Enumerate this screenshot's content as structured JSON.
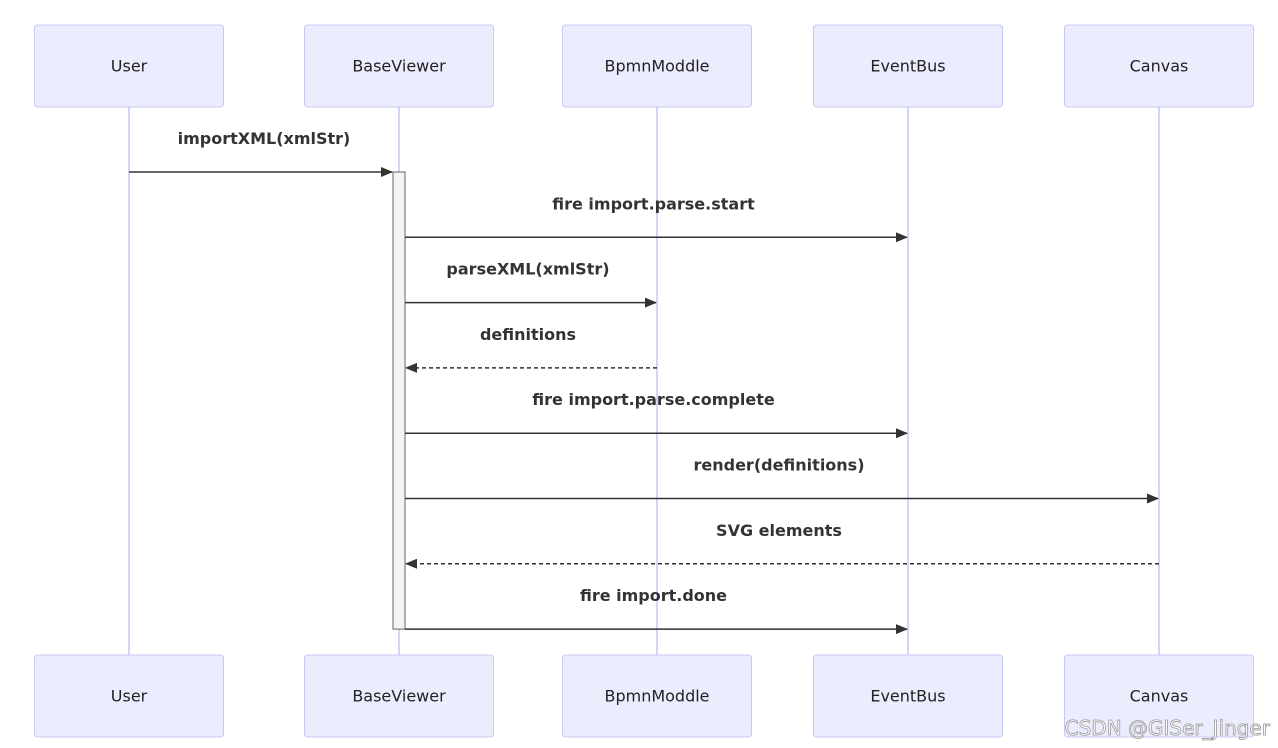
{
  "participants": [
    {
      "id": "user",
      "label": "User"
    },
    {
      "id": "baseviewer",
      "label": "BaseViewer"
    },
    {
      "id": "bpmnmoddle",
      "label": "BpmnModdle"
    },
    {
      "id": "eventbus",
      "label": "EventBus"
    },
    {
      "id": "canvas",
      "label": "Canvas"
    }
  ],
  "messages": [
    {
      "from": "user",
      "to": "baseviewer",
      "label": "importXML(xmlStr)",
      "style": "solid"
    },
    {
      "from": "baseviewer",
      "to": "eventbus",
      "label": "fire import.parse.start",
      "style": "solid"
    },
    {
      "from": "baseviewer",
      "to": "bpmnmoddle",
      "label": "parseXML(xmlStr)",
      "style": "solid"
    },
    {
      "from": "bpmnmoddle",
      "to": "baseviewer",
      "label": "definitions",
      "style": "dashed"
    },
    {
      "from": "baseviewer",
      "to": "eventbus",
      "label": "fire import.parse.complete",
      "style": "solid"
    },
    {
      "from": "baseviewer",
      "to": "canvas",
      "label": "render(definitions)",
      "style": "solid"
    },
    {
      "from": "canvas",
      "to": "baseviewer",
      "label": "SVG elements",
      "style": "dashed"
    },
    {
      "from": "baseviewer",
      "to": "eventbus",
      "label": "fire import.done",
      "style": "solid"
    }
  ],
  "activation": {
    "participant": "baseviewer",
    "from_message": 0,
    "to_message": 7
  },
  "watermark": "CSDN @GISer_Jinger",
  "colors": {
    "actor_fill": "#ececff",
    "actor_border": "#c9c9f5",
    "lifeline": "#d6d3ff",
    "arrow": "#333333"
  }
}
